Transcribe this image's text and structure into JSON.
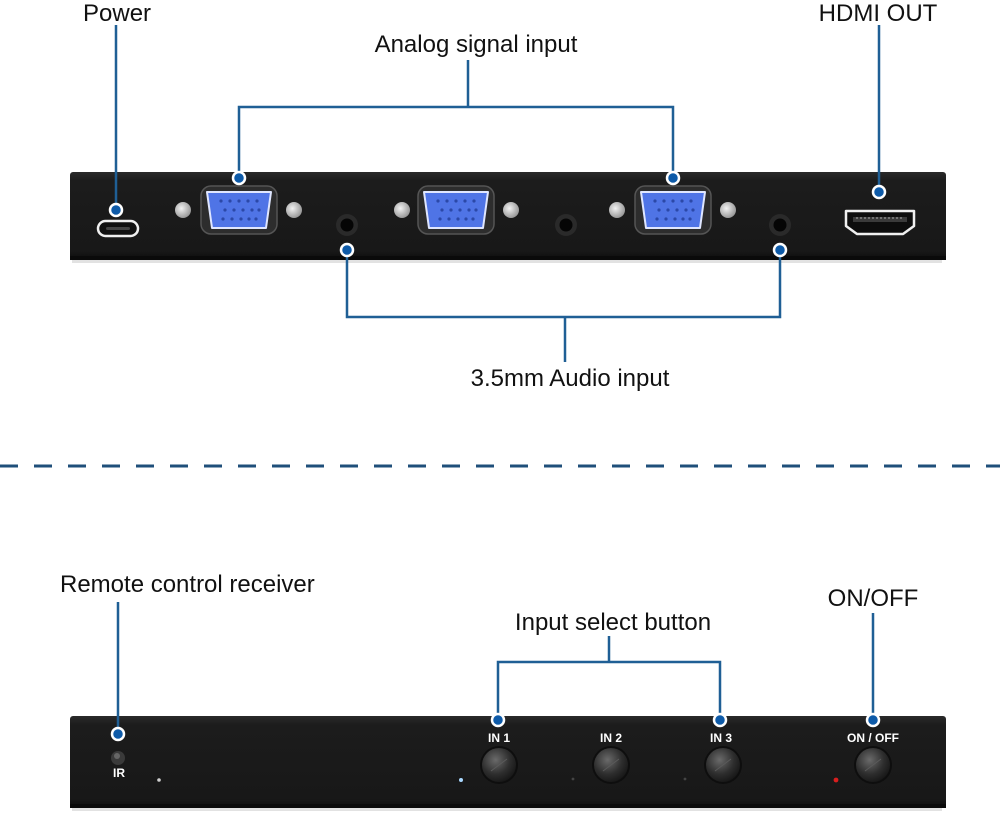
{
  "colors": {
    "leader_line": "#1f5f95",
    "marker": "#0d5aa8",
    "chassis": "#1b1b1b",
    "vga_port": "#4f74e6",
    "divider": "#1f4f7a",
    "led_blue": "#a9d8ff",
    "led_red": "#d81e1e"
  },
  "rear_panel": {
    "callouts": {
      "power": "Power",
      "analog_signal_input": "Analog signal input",
      "hdmi_out": "HDMI OUT",
      "audio_input": "3.5mm Audio input"
    },
    "ports": [
      {
        "type": "usb-c",
        "name": "power-port"
      },
      {
        "type": "vga",
        "name": "vga-input-1"
      },
      {
        "type": "audio-jack",
        "name": "audio-input-1"
      },
      {
        "type": "vga",
        "name": "vga-input-2"
      },
      {
        "type": "audio-jack",
        "name": "audio-input-2"
      },
      {
        "type": "vga",
        "name": "vga-input-3"
      },
      {
        "type": "audio-jack",
        "name": "audio-input-3"
      },
      {
        "type": "hdmi",
        "name": "hdmi-output"
      }
    ]
  },
  "front_panel": {
    "callouts": {
      "remote_receiver": "Remote control receiver",
      "input_select": "Input select button",
      "on_off": "ON/OFF"
    },
    "printed_labels": {
      "ir": "IR",
      "in1": "IN 1",
      "in2": "IN 2",
      "in3": "IN 3",
      "on_off": "ON / OFF"
    }
  }
}
